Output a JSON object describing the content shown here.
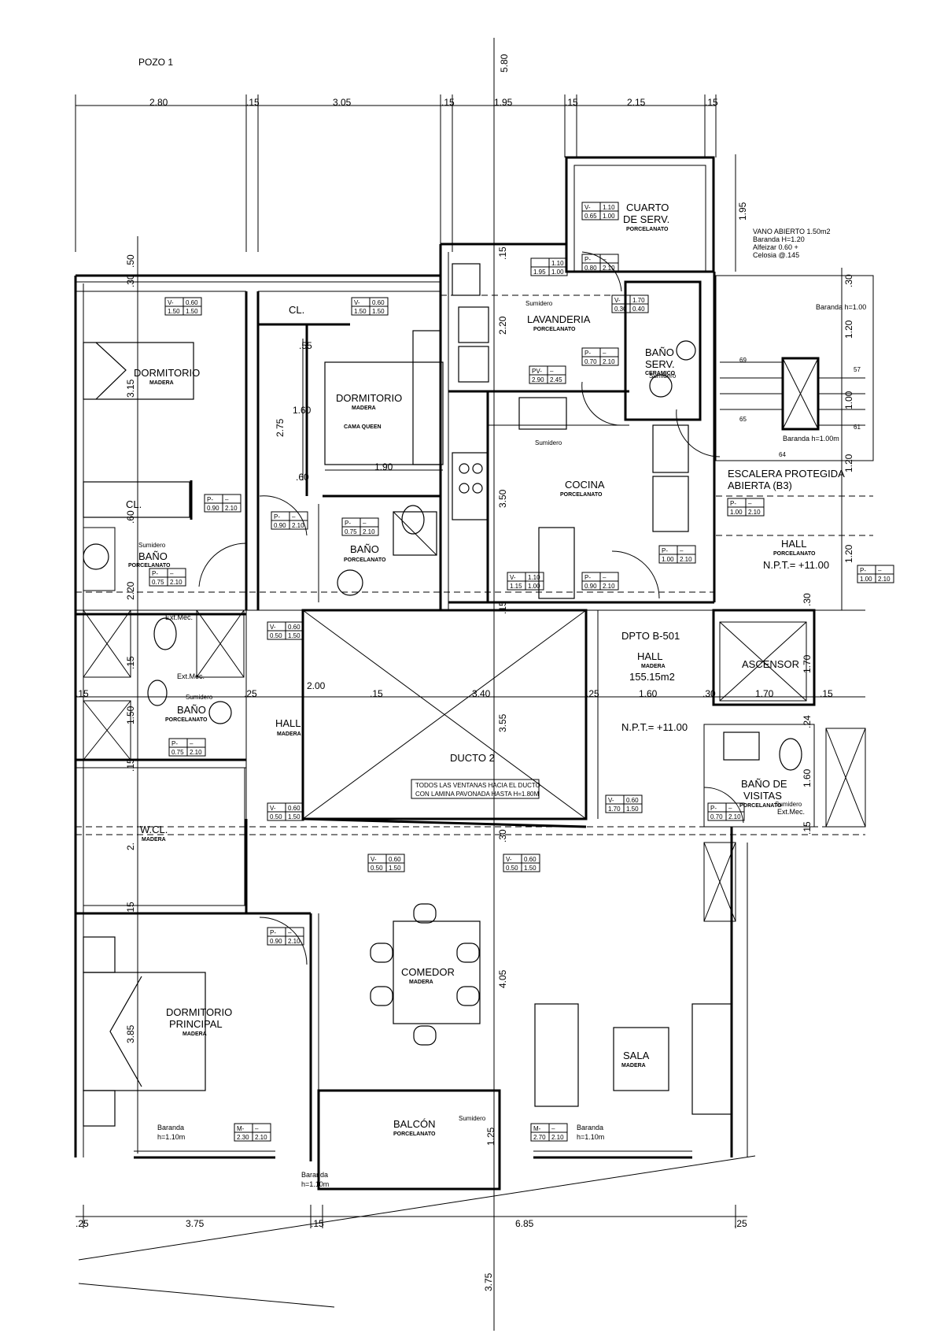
{
  "title": "POZO 1",
  "top_dims": [
    "2.80",
    ".15",
    "3.05",
    ".15",
    "1.95",
    ".15",
    "2.15",
    ".15"
  ],
  "bottom_dims": [
    ".25",
    "3.75",
    ".15",
    "6.85",
    ".25"
  ],
  "vertical_dims": {
    "top_axis": "5.80",
    "bottom_axis": "3.75",
    "right_1_95": "1.95",
    "left_30": ".30",
    "left_50": ".50",
    "left_3_15": "3.15",
    "left_60": ".60",
    "left_15a": ".15",
    "left_2_20": "2.20",
    "left_15b": ".15",
    "left_1_50": "1.50",
    "left_15c": ".15",
    "left_2_": "2.",
    "left_15d": ".15",
    "left_3_85": "3.85",
    "mid_55": ".55",
    "mid_2_75": "2.75",
    "mid_1_60": "1.60",
    "mid_60": ".60",
    "lav_15": ".15",
    "lav_2_20": "2.20",
    "coc_3_50": "3.50",
    "coc_15": ".15",
    "ducto_3_55": "3.55",
    "ducto_30": ".30",
    "com_4_05": "4.05",
    "bal_1_25": "1.25",
    "esc_30": ".30",
    "esc_1_20a": "1.20",
    "esc_1_00": "1.00",
    "esc_1_20b": "1.20",
    "esc_1_20c": "1.20",
    "asc_30": ".30",
    "asc_1_70": "1.70",
    "vis_24": ".24",
    "vis_1_60": "1.60",
    "vis_15": ".15"
  },
  "horizontal_dims": {
    "cama_1_90": "1.90",
    "hall_2_00": "2.00",
    "hall_15a": ".15",
    "ducto_3_40": "3.40",
    "ducto_25": ".25",
    "hall_1_60": "1.60",
    "hall_30": ".30",
    "asc_1_70": "1.70",
    "asc_15": ".15",
    "left_15": ".15",
    "left_25": ".25"
  },
  "rooms": {
    "cuarto_serv": {
      "name1": "CUARTO",
      "name2": "DE SERV.",
      "finish": "PORCELANATO"
    },
    "dormitorio_1": {
      "name": "DORMITORIO",
      "finish": "MADERA"
    },
    "dormitorio_2": {
      "name": "DORMITORIO",
      "finish": "MADERA",
      "bed": "CAMA QUEEN"
    },
    "cl_1": {
      "name": "CL."
    },
    "cl_2": {
      "name": "CL."
    },
    "lavanderia": {
      "name": "LAVANDERIA",
      "finish": "PORCELANATO"
    },
    "bano_serv": {
      "name1": "BAÑO",
      "name2": "SERV.",
      "finish": "CERAMICO"
    },
    "cocina": {
      "name": "COCINA",
      "finish": "PORCELANATO"
    },
    "escalera": {
      "name1": "ESCALERA PROTEGIDA",
      "name2": "ABIERTA (B3)"
    },
    "hall_escalera": {
      "name": "HALL",
      "finish": "PORCELANATO",
      "npt": "N.P.T.= +11.00"
    },
    "bano_1": {
      "name": "BAÑO",
      "finish": "PORCELANATO"
    },
    "bano_2": {
      "name": "BAÑO",
      "finish": "PORCELANATO"
    },
    "bano_3": {
      "name": "BAÑO",
      "finish": "PORCELANATO"
    },
    "dpto": {
      "name": "DPTO B-501"
    },
    "hall_dpto": {
      "name": "HALL",
      "finish": "MADERA",
      "area": "155.15m2",
      "npt": "N.P.T.= +11.00"
    },
    "ascensor": {
      "name": "ASCENSOR"
    },
    "hall_madera": {
      "name": "HALL",
      "finish": "MADERA"
    },
    "ducto": {
      "name": "DUCTO 2",
      "note1": "TODOS LAS VENTANAS HACIA EL DUCTO",
      "note2": "CON LAMINA PAVONADA HASTA H=1.80M"
    },
    "bano_visitas": {
      "name1": "BAÑO DE",
      "name2": "VISITAS",
      "finish": "PORCELANATO"
    },
    "wcl": {
      "name": "W.CL.",
      "finish": "MADERA"
    },
    "comedor": {
      "name": "COMEDOR",
      "finish": "MADERA"
    },
    "dormitorio_principal": {
      "name1": "DORMITORIO",
      "name2": "PRINCIPAL",
      "finish": "MADERA"
    },
    "sala": {
      "name": "SALA",
      "finish": "MADERA"
    },
    "balcon": {
      "name": "BALCÓN",
      "finish": "PORCELANATO"
    }
  },
  "notes": {
    "vano": [
      "VANO ABIERTO 1.50m2",
      "Baranda  H=1.20",
      "Alfeizar 0.60 +",
      "Celosia @.145"
    ],
    "baranda_100a": "Baranda h=1.00",
    "baranda_100b": "Baranda h=1.00m",
    "baranda_dorm_1": "Baranda",
    "baranda_dorm_2": "h=1.10m",
    "baranda_sala_1": "Baranda",
    "baranda_sala_2": "h=1.10m",
    "baranda_bal_1": "Baranda",
    "baranda_bal_2": "h=1.10m",
    "sumidero": "Sumidero",
    "ext_mec": "Ext.Mec.",
    "step_69": "69",
    "step_65": "65",
    "step_64": "64",
    "step_57": "57",
    "step_61": "61"
  },
  "tags": {
    "v_cserv": {
      "type": "V-",
      "a": "1.10",
      "b": "0.65",
      "c": "1.00"
    },
    "p_cserv": {
      "type": "P-",
      "a": "–",
      "b": "0.80",
      "c": "2.10"
    },
    "lav_top": {
      "type": "",
      "a": "1.10",
      "b": "1.95",
      "c": "1.00"
    },
    "v_lav": {
      "type": "V-",
      "a": "1.70",
      "b": "0.30",
      "c": "0.40"
    },
    "p_lav": {
      "type": "P-",
      "a": "–",
      "b": "0.70",
      "c": "2.10"
    },
    "pv_lav": {
      "type": "PV-",
      "a": "–",
      "b": "2.90",
      "c": "2.45"
    },
    "v_dorm1": {
      "type": "V-",
      "a": "0.60",
      "b": "1.50",
      "c": "1.50"
    },
    "v_dorm2": {
      "type": "V-",
      "a": "0.60",
      "b": "1.50",
      "c": "1.50"
    },
    "p_dorm1": {
      "type": "P-",
      "a": "–",
      "b": "0.90",
      "c": "2.10"
    },
    "p_dorm2": {
      "type": "P-",
      "a": "–",
      "b": "0.90",
      "c": "2.10"
    },
    "p_bano2": {
      "type": "P-",
      "a": "–",
      "b": "0.75",
      "c": "2.10"
    },
    "p_bano1": {
      "type": "P-",
      "a": "–",
      "b": "0.75",
      "c": "2.10"
    },
    "p_esc": {
      "type": "P-",
      "a": "–",
      "b": "1.00",
      "c": "2.10"
    },
    "p_coc": {
      "type": "P-",
      "a": "–",
      "b": "1.00",
      "c": "2.10"
    },
    "p_hall_r": {
      "type": "P-",
      "a": "–",
      "b": "1.00",
      "c": "2.10"
    },
    "v_coc": {
      "type": "V-",
      "a": "1.10",
      "b": "1.15",
      "c": "1.00"
    },
    "p_coc2": {
      "type": "P-",
      "a": "–",
      "b": "0.90",
      "c": "2.10"
    },
    "v_ext": {
      "type": "V-",
      "a": "0.60",
      "b": "0.50",
      "c": "1.50"
    },
    "p_bano3": {
      "type": "P-",
      "a": "–",
      "b": "0.75",
      "c": "2.10"
    },
    "v_hall": {
      "type": "V-",
      "a": "0.60",
      "b": "0.50",
      "c": "1.50"
    },
    "v_hall2": {
      "type": "V-",
      "a": "0.60",
      "b": "1.70",
      "c": "1.50"
    },
    "p_vis": {
      "type": "P-",
      "a": "–",
      "b": "0.70",
      "c": "2.10"
    },
    "v_com1": {
      "type": "V-",
      "a": "0.60",
      "b": "0.50",
      "c": "1.50"
    },
    "v_com2": {
      "type": "V-",
      "a": "0.60",
      "b": "0.50",
      "c": "1.50"
    },
    "p_dp": {
      "type": "P-",
      "a": "–",
      "b": "0.90",
      "c": "2.10"
    },
    "m_dp": {
      "type": "M-",
      "a": "–",
      "b": "2.30",
      "c": "2.10"
    },
    "m_sala": {
      "type": "M-",
      "a": "–",
      "b": "2.70",
      "c": "2.10"
    }
  }
}
